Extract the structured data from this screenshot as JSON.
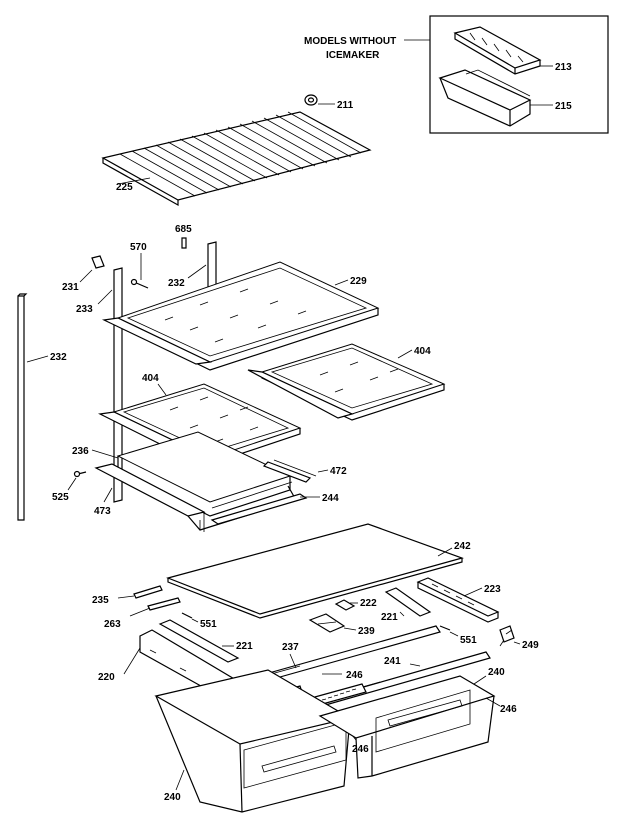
{
  "note": {
    "line1": "MODELS WITHOUT",
    "line2": "ICEMAKER"
  },
  "callouts": {
    "c213": "213",
    "c215": "215",
    "c211": "211",
    "c225": "225",
    "c685": "685",
    "c570": "570",
    "c232a": "232",
    "c229": "229",
    "c231": "231",
    "c233": "233",
    "c232b": "232",
    "c404a": "404",
    "c404b": "404",
    "c236": "236",
    "c472": "472",
    "c525": "525",
    "c473": "473",
    "c244": "244",
    "c242": "242",
    "c235": "235",
    "c223": "223",
    "c263": "263",
    "c222": "222",
    "c221a": "221",
    "c551a": "551",
    "c239": "239",
    "c551b": "551",
    "c249": "249",
    "c221b": "221",
    "c237": "237",
    "c220": "220",
    "c241": "241",
    "c240a": "240",
    "c246a": "246",
    "c246b": "246",
    "c246c": "246",
    "c240b": "240"
  }
}
